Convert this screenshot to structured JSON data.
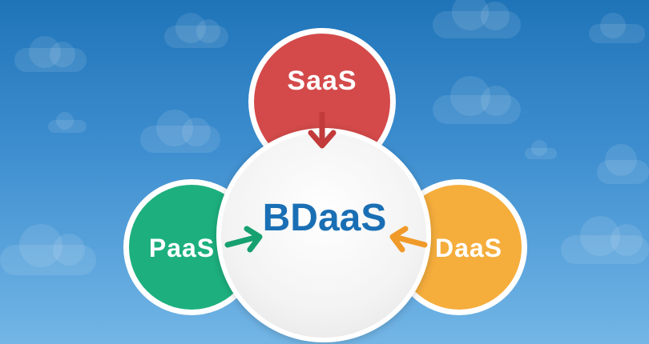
{
  "diagram": {
    "center": {
      "label": "BDaaS",
      "color": "#1a6fb4"
    },
    "nodes": [
      {
        "id": "saas",
        "label": "SaaS",
        "color": "#d44a4a",
        "arrow_color": "#c23a3a"
      },
      {
        "id": "paas",
        "label": "PaaS",
        "color": "#1db07e",
        "arrow_color": "#17a070"
      },
      {
        "id": "daas",
        "label": "DaaS",
        "color": "#f5ad3c",
        "arrow_color": "#f09a2a"
      }
    ],
    "background": {
      "top": "#1f74b8",
      "bottom": "#73b6e6",
      "motif": "cloud-icon"
    }
  }
}
